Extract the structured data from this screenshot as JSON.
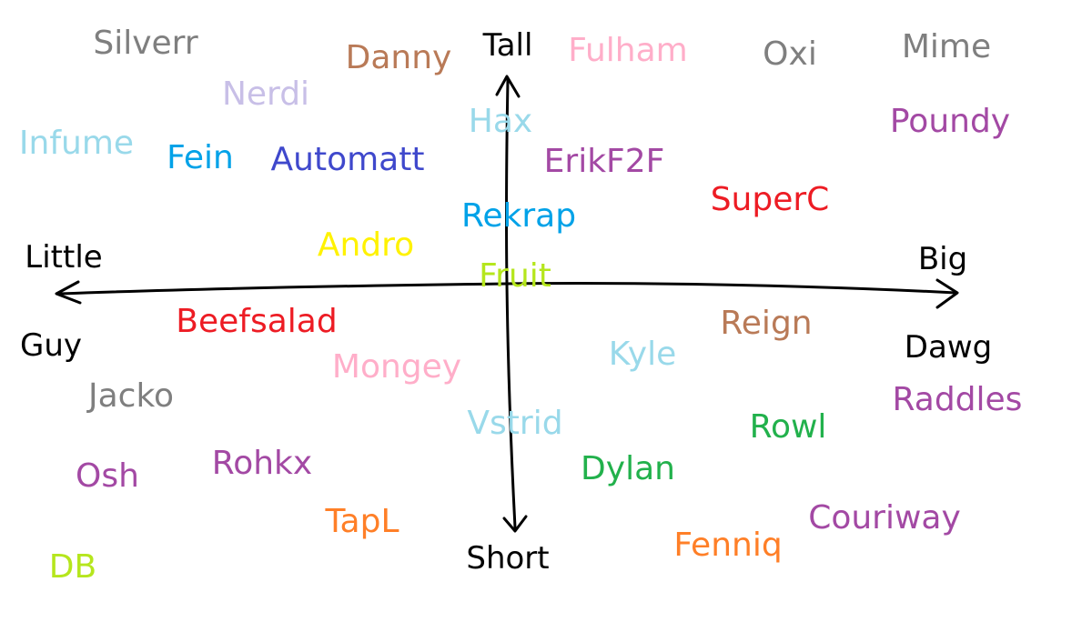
{
  "axis_labels": {
    "top": "Tall",
    "bottom": "Short",
    "left_top": "Little",
    "left_bottom": "Guy",
    "right_top": "Big",
    "right_bottom": "Dawg"
  },
  "names": [
    {
      "id": "silverr",
      "text": "Silverr",
      "color": "#7f7f7f"
    },
    {
      "id": "danny",
      "text": "Danny",
      "color": "#b97a57"
    },
    {
      "id": "fulham",
      "text": "Fulham",
      "color": "#ffaec9"
    },
    {
      "id": "oxi",
      "text": "Oxi",
      "color": "#7f7f7f"
    },
    {
      "id": "mime",
      "text": "Mime",
      "color": "#7f7f7f"
    },
    {
      "id": "nerdi",
      "text": "Nerdi",
      "color": "#c8bfe7"
    },
    {
      "id": "hax",
      "text": "Hax",
      "color": "#99d9ea"
    },
    {
      "id": "poundy",
      "text": "Poundy",
      "color": "#a349a4"
    },
    {
      "id": "infume",
      "text": "Infume",
      "color": "#99d9ea"
    },
    {
      "id": "fein",
      "text": "Fein",
      "color": "#00a2e8"
    },
    {
      "id": "automatt",
      "text": "Automatt",
      "color": "#3f48cc"
    },
    {
      "id": "erikf2f",
      "text": "ErikF2F",
      "color": "#a349a4"
    },
    {
      "id": "superc",
      "text": "SuperC",
      "color": "#ed1c24"
    },
    {
      "id": "rekrap",
      "text": "Rekrap",
      "color": "#00a2e8"
    },
    {
      "id": "andro",
      "text": "Andro",
      "color": "#fff200"
    },
    {
      "id": "fruit",
      "text": "Fruit",
      "color": "#b5e61d"
    },
    {
      "id": "beefsalad",
      "text": "Beefsalad",
      "color": "#ed1c24"
    },
    {
      "id": "reign",
      "text": "Reign",
      "color": "#b97a57"
    },
    {
      "id": "mongey",
      "text": "Mongey",
      "color": "#ffaec9"
    },
    {
      "id": "kyle",
      "text": "Kyle",
      "color": "#99d9ea"
    },
    {
      "id": "jacko",
      "text": "Jacko",
      "color": "#7f7f7f"
    },
    {
      "id": "raddles",
      "text": "Raddles",
      "color": "#a349a4"
    },
    {
      "id": "vstrid",
      "text": "Vstrid",
      "color": "#99d9ea"
    },
    {
      "id": "rowl",
      "text": "Rowl",
      "color": "#22b14c"
    },
    {
      "id": "rohkx",
      "text": "Rohkx",
      "color": "#a349a4"
    },
    {
      "id": "osh",
      "text": "Osh",
      "color": "#a349a4"
    },
    {
      "id": "dylan",
      "text": "Dylan",
      "color": "#22b14c"
    },
    {
      "id": "tapl",
      "text": "TapL",
      "color": "#ff7f27"
    },
    {
      "id": "couriway",
      "text": "Couriway",
      "color": "#a349a4"
    },
    {
      "id": "fenniq",
      "text": "Fenniq",
      "color": "#ff7f27"
    },
    {
      "id": "db",
      "text": "DB",
      "color": "#b5e61d"
    }
  ]
}
